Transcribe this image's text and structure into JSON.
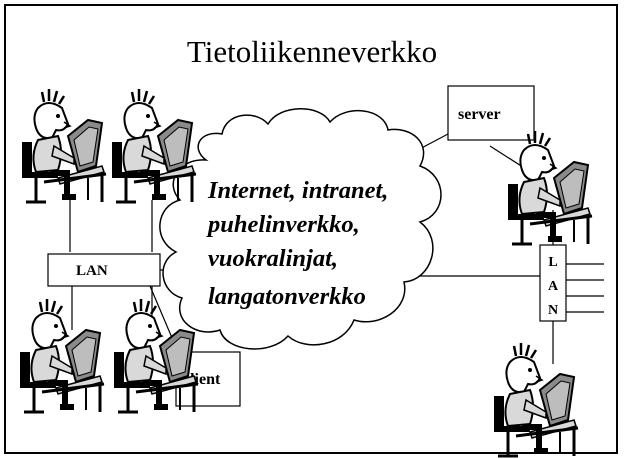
{
  "title": "Tietoliikenneverkko",
  "cloud": {
    "lines": [
      "Internet, intranet,",
      "puhelinverkko,",
      "vuokralinjat,",
      "langatonverkko"
    ]
  },
  "nodes": {
    "server": "server",
    "lan_left": "LAN",
    "lan_right_letters": [
      "L",
      "A",
      "N"
    ],
    "client": "client"
  },
  "icons": {
    "computer_user": "person-at-computer-icon",
    "cloud": "network-cloud-icon"
  },
  "colors": {
    "line": "#000000",
    "background": "#ffffff"
  }
}
